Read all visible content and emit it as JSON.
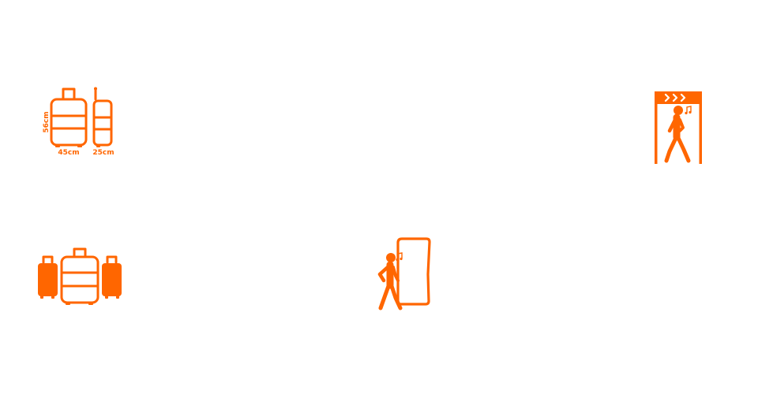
{
  "colors": {
    "accent": "#ff6600",
    "background": "#ffffff"
  },
  "cabin_bag": {
    "icon": "cabin-bag-dimensions-icon",
    "height_label": "56cm",
    "width_label": "45cm",
    "depth_label": "25cm"
  },
  "hold_luggage": {
    "icon": "hold-luggage-icon"
  },
  "security_arch": {
    "icon": "walk-through-security-arch-icon"
  },
  "boarding_door": {
    "icon": "walk-through-door-icon"
  }
}
